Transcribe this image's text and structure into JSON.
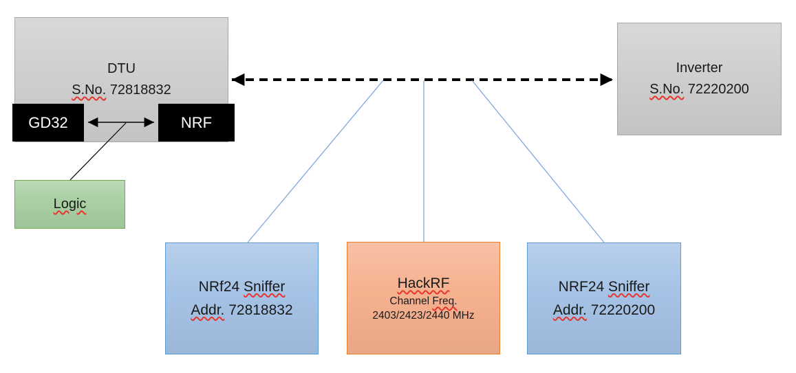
{
  "colors": {
    "gray_fill": "#CFCFCF",
    "gray_border": "#A6A6A6",
    "black_fill": "#000000",
    "green_fill": "#A9CFA3",
    "green_border": "#70AD47",
    "blue_fill": "#A5C3E6",
    "blue_border": "#5B9BD5",
    "orange_fill": "#F6B18F",
    "orange_border": "#ED7D31",
    "connector_blue": "#7FA8DB",
    "arrow_black": "#000000",
    "wavy_red": "#E7352C"
  },
  "nodes": {
    "dtu": {
      "title": "DTU",
      "serial_label": "S.No.",
      "serial_number": " 72818832"
    },
    "gd32": {
      "label": "GD32"
    },
    "nrf": {
      "label": "NRF"
    },
    "logic": {
      "label": "Logic"
    },
    "inverter": {
      "title": "Inverter",
      "serial_label": "S.No.",
      "serial_number": " 72220200"
    },
    "sniffer_left": {
      "title_prefix": "NRf24 ",
      "title_word": "Sniffer",
      "addr_label": "Addr.",
      "addr_number": " 72818832"
    },
    "hackrf": {
      "title": "HackRF",
      "freq_prefix": "Channel ",
      "freq_word": "Freq.",
      "freq_values": "2403/2423/2440 MHz"
    },
    "sniffer_right": {
      "title_prefix": "NRF24 ",
      "title_word": "Sniffer",
      "addr_label": "Addr.",
      "addr_number": " 72220200"
    }
  }
}
